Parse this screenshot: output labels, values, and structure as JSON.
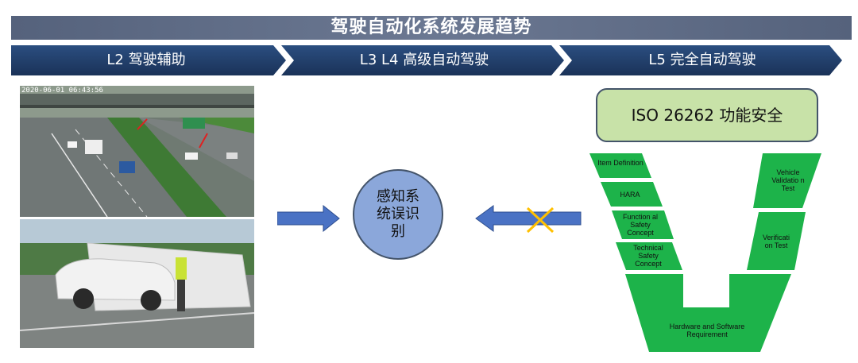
{
  "banner": {
    "title": "驾驶自动化系统发展趋势"
  },
  "stages": [
    {
      "label": "L2 驾驶辅助"
    },
    {
      "label": "L3 L4 高级自动驾驶"
    },
    {
      "label": "L5 完全自动驾驶"
    }
  ],
  "photos": {
    "timestamp": "2020-06-01 06:43:56"
  },
  "circle": {
    "label": "感知系统误识别"
  },
  "iso_box": {
    "label": "ISO 26262 功能安全"
  },
  "v_model": {
    "left": [
      {
        "label": "Item Definition"
      },
      {
        "label": "HARA"
      },
      {
        "label": "Function al Safety Concept"
      },
      {
        "label": "Technical Safety Concept"
      }
    ],
    "right": [
      {
        "label": "Vehicle Validatio n Test"
      },
      {
        "label": "Verificati on Test"
      }
    ],
    "bottom": {
      "label": "Hardware and Software Requirement"
    }
  },
  "colors": {
    "banner": "#5f6b84",
    "chevron": "#1f3a63",
    "circle": "#8ba7da",
    "iso_box": "#c8e2a8",
    "v_green": "#1db34a",
    "arrow": "#4a72c4",
    "cross": "#ffc000"
  }
}
